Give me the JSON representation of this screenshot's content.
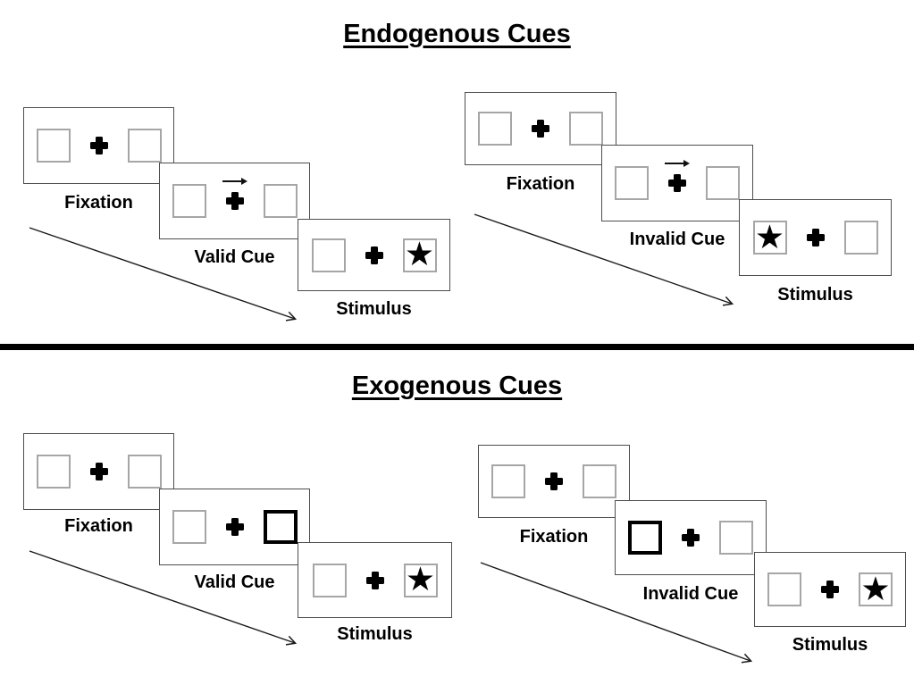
{
  "glyphs": {
    "star": "★"
  },
  "colors": {
    "background": "#ffffff",
    "panel_border": "#4d4d4d",
    "box_border": "#a6a6a6",
    "cue_highlight_border": "#000000",
    "ink": "#000000",
    "divider": "#000000"
  },
  "sections": [
    {
      "id": "endogenous",
      "title": "Endogenous Cues",
      "trials": [
        {
          "id": "valid",
          "cue_type": "central-arrow-right",
          "target_side": "right",
          "frames": [
            {
              "label": "Fixation"
            },
            {
              "label": "Valid Cue"
            },
            {
              "label": "Stimulus"
            }
          ]
        },
        {
          "id": "invalid",
          "cue_type": "central-arrow-right",
          "target_side": "left",
          "frames": [
            {
              "label": "Fixation"
            },
            {
              "label": "Invalid Cue"
            },
            {
              "label": "Stimulus"
            }
          ]
        }
      ]
    },
    {
      "id": "exogenous",
      "title": "Exogenous Cues",
      "trials": [
        {
          "id": "valid",
          "cue_type": "peripheral-highlight-right",
          "target_side": "right",
          "frames": [
            {
              "label": "Fixation"
            },
            {
              "label": "Valid Cue"
            },
            {
              "label": "Stimulus"
            }
          ]
        },
        {
          "id": "invalid",
          "cue_type": "peripheral-highlight-left",
          "target_side": "right",
          "frames": [
            {
              "label": "Fixation"
            },
            {
              "label": "Invalid Cue"
            },
            {
              "label": "Stimulus"
            }
          ]
        }
      ]
    }
  ]
}
